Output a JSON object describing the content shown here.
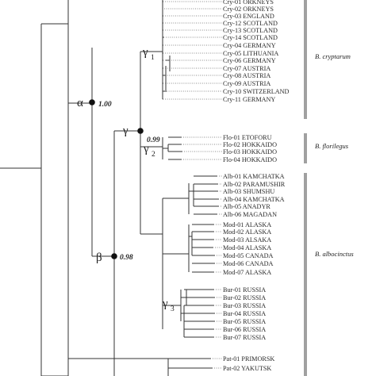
{
  "taxa": [
    {
      "code": "Cry-01",
      "place": "Orkneys"
    },
    {
      "code": "Cry-02",
      "place": "Orkneys"
    },
    {
      "code": "Cry-03",
      "place": "England"
    },
    {
      "code": "Cry-12",
      "place": "Scotland"
    },
    {
      "code": "Cry-13",
      "place": "Scotland"
    },
    {
      "code": "Cry-14",
      "place": "Scotland"
    },
    {
      "code": "Cry-04",
      "place": "Germany"
    },
    {
      "code": "Cry-05",
      "place": "Lithuania"
    },
    {
      "code": "Cry-06",
      "place": "Germany"
    },
    {
      "code": "Cry-07",
      "place": "Austria"
    },
    {
      "code": "Cry-08",
      "place": "Austria"
    },
    {
      "code": "Cry-09",
      "place": "Austria"
    },
    {
      "code": "Cry-10",
      "place": "Switzerland"
    },
    {
      "code": "Cry-11",
      "place": "Germany"
    },
    {
      "code": "Flo-01",
      "place": "Etoforu"
    },
    {
      "code": "Flo-02",
      "place": "Hokkaido"
    },
    {
      "code": "Flo-03",
      "place": "Hokkaido"
    },
    {
      "code": "Flo-04",
      "place": "Hokkaido"
    },
    {
      "code": "Alb-01",
      "place": "Kamchatka"
    },
    {
      "code": "Alb-02",
      "place": "Paramushir"
    },
    {
      "code": "Alb-03",
      "place": "Shumshu"
    },
    {
      "code": "Alb-04",
      "place": "Kamchatka"
    },
    {
      "code": "Alb-05",
      "place": "Anadyr"
    },
    {
      "code": "Alb-06",
      "place": "Magadan"
    },
    {
      "code": "Mod-01",
      "place": "Alaska"
    },
    {
      "code": "Mod-02",
      "place": "Alaska"
    },
    {
      "code": "Mod-03",
      "place": "Alsaka"
    },
    {
      "code": "Mod-04",
      "place": "Alaska"
    },
    {
      "code": "Mod-05",
      "place": "Canada"
    },
    {
      "code": "Mod-06",
      "place": "Canada"
    },
    {
      "code": "Mod-07",
      "place": "Alaska"
    },
    {
      "code": "Bur-01",
      "place": "Russia"
    },
    {
      "code": "Bur-02",
      "place": "Russia"
    },
    {
      "code": "Bur-03",
      "place": "Russia"
    },
    {
      "code": "Bur-04",
      "place": "Russia"
    },
    {
      "code": "Bur-05",
      "place": "Russia"
    },
    {
      "code": "Bur-06",
      "place": "Russia"
    },
    {
      "code": "Bur-07",
      "place": "Russia"
    },
    {
      "code": "Pat-01",
      "place": "Primorsk"
    },
    {
      "code": "Pat-02",
      "place": "Yakutsk"
    }
  ],
  "groups": [
    {
      "name": "B. cryptarum",
      "color": "#a0a0a0"
    },
    {
      "name": "B. florilegus",
      "color": "#a0a0a0"
    },
    {
      "name": "B. albocinctus",
      "color": "#a0a0a0"
    }
  ],
  "nodes": {
    "alpha": {
      "label": "α",
      "support": "1.00"
    },
    "beta": {
      "label": "β",
      "support": "0.98"
    },
    "gamma": {
      "label": "γ",
      "support": "0.99"
    },
    "gamma1": {
      "label": "γ",
      "sub": "1"
    },
    "gamma2": {
      "label": "γ",
      "sub": "2"
    },
    "gamma3": {
      "label": "γ",
      "sub": "3"
    }
  }
}
